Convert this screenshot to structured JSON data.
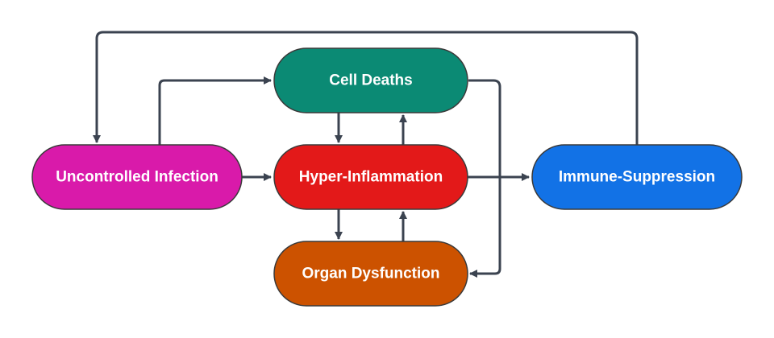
{
  "diagram": {
    "colors": {
      "edge": "#3b4350",
      "node_border": "#3a3a3a",
      "label_text": "#ffffff"
    },
    "nodes": {
      "cell_deaths": {
        "label": "Cell Deaths",
        "color": "#0b8a74"
      },
      "uncontrolled_infection": {
        "label": "Uncontrolled Infection",
        "color": "#d91aaa"
      },
      "hyper_inflammation": {
        "label": "Hyper-Inflammation",
        "color": "#e31919"
      },
      "immune_suppression": {
        "label": "Immune-Suppression",
        "color": "#1272e6"
      },
      "organ_dysfunction": {
        "label": "Organ Dysfunction",
        "color": "#cc5200"
      }
    },
    "edges": [
      {
        "from": "uncontrolled_infection",
        "to": "cell_deaths"
      },
      {
        "from": "uncontrolled_infection",
        "to": "hyper_inflammation"
      },
      {
        "from": "cell_deaths",
        "to": "hyper_inflammation"
      },
      {
        "from": "hyper_inflammation",
        "to": "cell_deaths"
      },
      {
        "from": "cell_deaths",
        "to": "organ_dysfunction"
      },
      {
        "from": "hyper_inflammation",
        "to": "immune_suppression"
      },
      {
        "from": "hyper_inflammation",
        "to": "organ_dysfunction"
      },
      {
        "from": "organ_dysfunction",
        "to": "hyper_inflammation"
      },
      {
        "from": "immune_suppression",
        "to": "uncontrolled_infection"
      }
    ]
  }
}
